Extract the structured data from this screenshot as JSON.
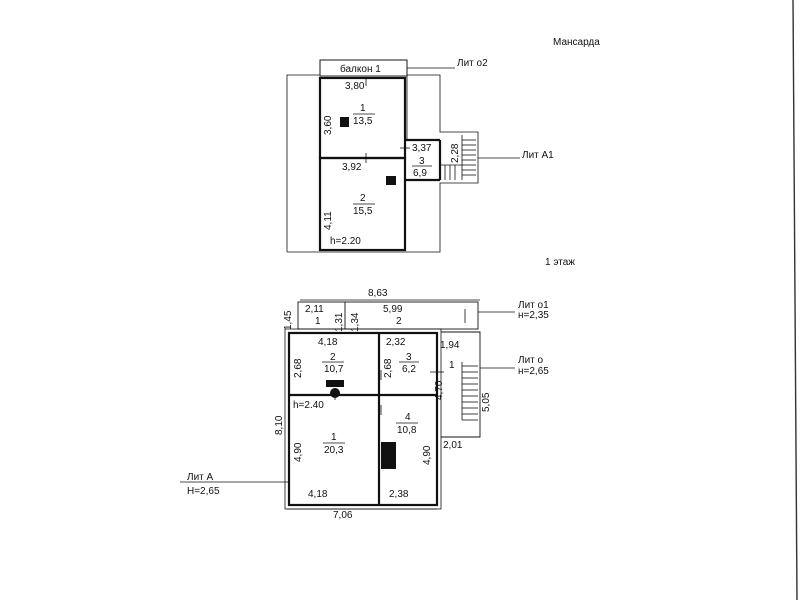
{
  "titles": {
    "mansard": "Мансарда",
    "first_floor": "1 этаж"
  },
  "mansard": {
    "balcony": "балкон 1",
    "lit_o2": "Лит о2",
    "lit_a1": "Лит А1",
    "dim_top": "3,80",
    "dim_left1": "3,60",
    "dim_mid": "3,92",
    "dim_left2": "4,11",
    "dim_stair_w": "3,37",
    "dim_stair_h": "2,28",
    "height": "h=2.20",
    "room1": {
      "num": "1",
      "area": "13,5"
    },
    "room2": {
      "num": "2",
      "area": "15,5"
    },
    "room3": {
      "num": "3",
      "area": "6,9"
    }
  },
  "floor1": {
    "dim_top": "8,63",
    "dim_left_top": "1,45",
    "dim_v1": "2,11",
    "dim_131": "1,31",
    "dim_134": "1,34",
    "dim_599": "5,99",
    "lit_o1": "Лит о1",
    "h_o1": "н=2,35",
    "lit_o": "Лит о",
    "h_o": "н=2,65",
    "lit_A": "Лит А",
    "h_A": "Н=2,65",
    "dim_418_top": "4,18",
    "dim_232": "2,32",
    "dim_194": "1,94",
    "dim_268a": "2,68",
    "dim_268b": "2,68",
    "dim_470": "4,70",
    "dim_505": "5,05",
    "dim_810": "8,10",
    "dim_490a": "4,90",
    "dim_490b": "4,90",
    "dim_201": "2,01",
    "dim_418_bot": "4,18",
    "dim_238": "2,38",
    "dim_706": "7,06",
    "height": "h=2.40",
    "v1": {
      "num": "1"
    },
    "v2": {
      "num": "2"
    },
    "room2": {
      "num": "2",
      "area": "10,7"
    },
    "room3": {
      "num": "3",
      "area": "6,2"
    },
    "room1": {
      "num": "1",
      "area": "20,3"
    },
    "room4": {
      "num": "4",
      "area": "10,8"
    },
    "veranda": {
      "num": "1"
    }
  }
}
